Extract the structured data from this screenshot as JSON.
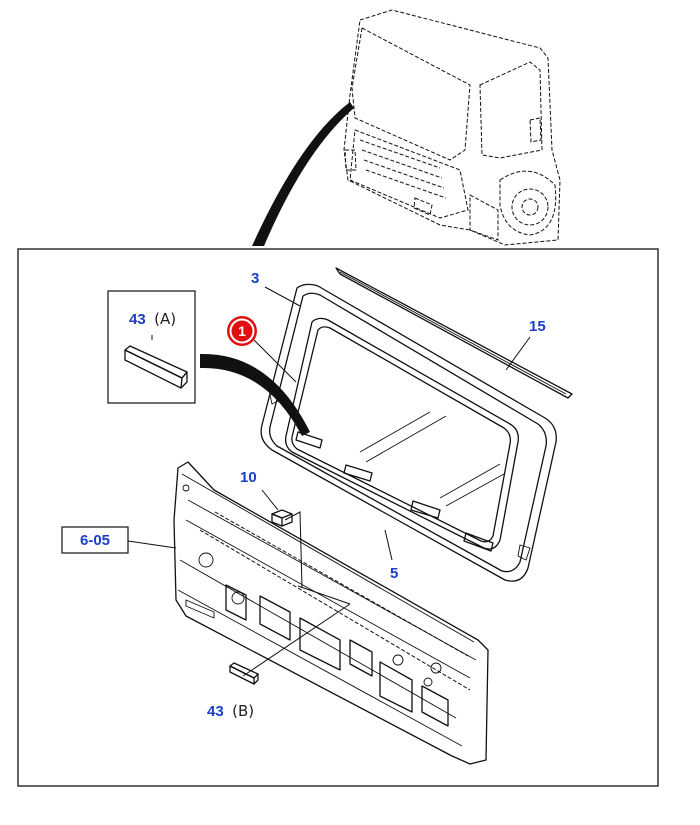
{
  "callouts": {
    "p3": "3",
    "p15": "15",
    "p43a_num": "43",
    "p43a_suffix": "(A)",
    "p10": "10",
    "p5": "5",
    "p43b_num": "43",
    "p43b_suffix": "(B)",
    "ref_box": "6-05",
    "marker": "1"
  },
  "colors": {
    "callout": "#1a3ec8",
    "marker": "#e01010",
    "line": "#111111"
  }
}
